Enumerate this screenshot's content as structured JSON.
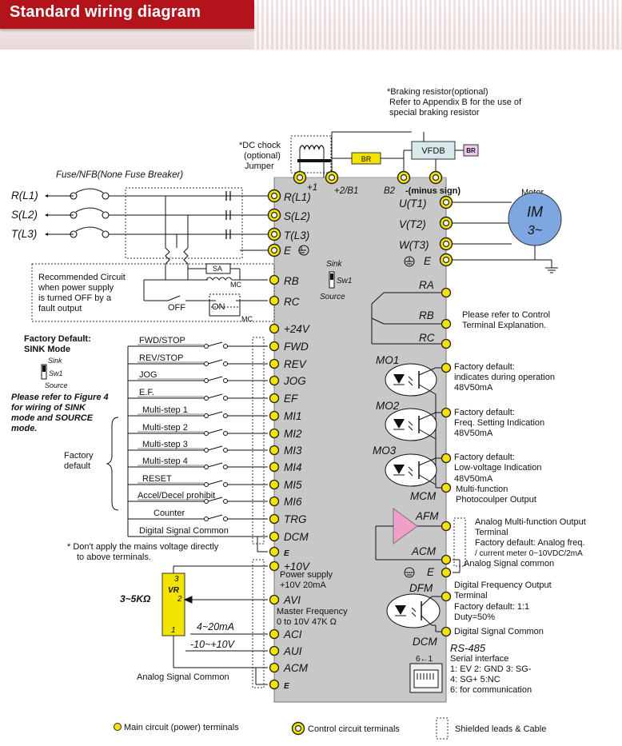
{
  "header": {
    "title": "Standard wiring diagram"
  },
  "notes": {
    "braking": [
      "*Braking resistor(optional)",
      "Refer to Appendix B for the use of",
      "special braking resistor"
    ],
    "dc_choke": [
      "*DC chock",
      "(optional)",
      "Jumper"
    ],
    "fuse": "Fuse/NFB(None Fuse Breaker)",
    "recommended": [
      "Recommended Circuit",
      "when power supply",
      "is turned OFF by a",
      "fault output"
    ],
    "factory_default": [
      "Factory Default:",
      "SINK Mode"
    ],
    "figure4": [
      "Please refer to Figure 4",
      "for wiring of SINK",
      "mode and SOURCE",
      "mode."
    ],
    "factory_default2": [
      "Factory",
      "default"
    ],
    "dont_apply": [
      "* Don't apply the mains voltage directly",
      "to above terminals."
    ],
    "resistor_range": "3~5KΩ",
    "current_range": "4~20mA",
    "voltage_range": "-10~+10V",
    "analog_common_left": "Analog Signal Common",
    "motor": "Motor"
  },
  "components": {
    "vfdb": "VFDB",
    "br": "BR",
    "br_small": "BR",
    "sa": "SA",
    "mc": "MC",
    "mc2": "MC",
    "off": "OFF",
    "on": "ON",
    "im": "IM",
    "phase": "3~",
    "vr": "VR",
    "vr1": "3",
    "vr2": "2",
    "vr3": "1"
  },
  "switch": {
    "sink": "Sink",
    "sw": "Sw1",
    "source": "Source"
  },
  "supply_lines": [
    "R(L1)",
    "S(L2)",
    "T(L3)"
  ],
  "top_terminals": {
    "plus1": "+1",
    "b1": "+2/B1",
    "b2": "B2",
    "minus": "-(minus sign)"
  },
  "main_terminals": [
    "R(L1)",
    "S(L2)",
    "T(L3)",
    "E"
  ],
  "rb": "RB",
  "rc": "RC",
  "left_terminals": [
    "+24V",
    "FWD",
    "REV",
    "JOG",
    "EF",
    "MI1",
    "MI2",
    "MI3",
    "MI4",
    "MI5",
    "MI6",
    "TRG",
    "DCM",
    "E"
  ],
  "switch_labels": [
    "FWD/STOP",
    "REV/STOP",
    "JOG",
    "E.F.",
    "Multi-step 1",
    "Multi-step 2",
    "Multi-step 3",
    "Multi-step 4",
    "RESET",
    "Accel/Decel prohibit",
    "Counter",
    "Digital Signal Common"
  ],
  "analog_terminals": [
    "+10V",
    "AVI",
    "ACI",
    "AUI",
    "ACM",
    "E"
  ],
  "analog_desc": {
    "supply": [
      "Power supply",
      "+10V 20mA"
    ],
    "master": [
      "Master Frequency",
      "0 to 10V 47K Ω"
    ]
  },
  "output_terminals": [
    "U(T1)",
    "V(T2)",
    "W(T3)",
    "E"
  ],
  "relay_terminals": [
    "RA",
    "RB",
    "RC"
  ],
  "relay_note": [
    "Please refer to Control",
    "Terminal Explanation."
  ],
  "mo_labels": [
    "MO1",
    "MO2",
    "MO3",
    "MCM"
  ],
  "mo_notes": {
    "mo1": [
      "Factory default:",
      "indicates during operation",
      "48V50mA"
    ],
    "mo2": [
      "Factory default:",
      "Freq. Setting Indication",
      "48V50mA"
    ],
    "mo3": [
      "Factory default:",
      "Low-voltage Indication",
      "48V50mA"
    ],
    "mcm": [
      "Multi-function",
      "Photocoulper Output"
    ]
  },
  "afm": {
    "label": "AFM",
    "acm": "ACM",
    "e": "E",
    "note": [
      "Analog Multi-function Output",
      "Terminal",
      "Factory default: Analog freq.",
      "/ current meter 0~10VDC/2mA",
      "Analog Signal common"
    ]
  },
  "dfm": {
    "label": "DFM",
    "dcm": "DCM",
    "note": [
      "Digital Frequency Output",
      "Terminal",
      "Factory default: 1:1",
      "Duty=50%",
      "Digital Signal Common"
    ]
  },
  "rs485": {
    "title": "RS-485",
    "lines": [
      "Serial interface",
      "1: EV 2: GND 3: SG-",
      "4: SG+ 5:NC",
      "6: for communication"
    ],
    "pins": "6←1"
  },
  "legend": {
    "main": "Main circuit (power) terminals",
    "control": "Control circuit terminals",
    "shielded": "Shielded leads & Cable"
  },
  "colors": {
    "header": "#b3131a",
    "terminal_yellow": "#f2e400",
    "inverter_body": "#c8c8c8",
    "motor_blue": "#7ea6e0",
    "afm_pink": "#f0a0c8",
    "vfdb_fill": "#d7e9e9",
    "br_fill": "#f0c8f0"
  }
}
